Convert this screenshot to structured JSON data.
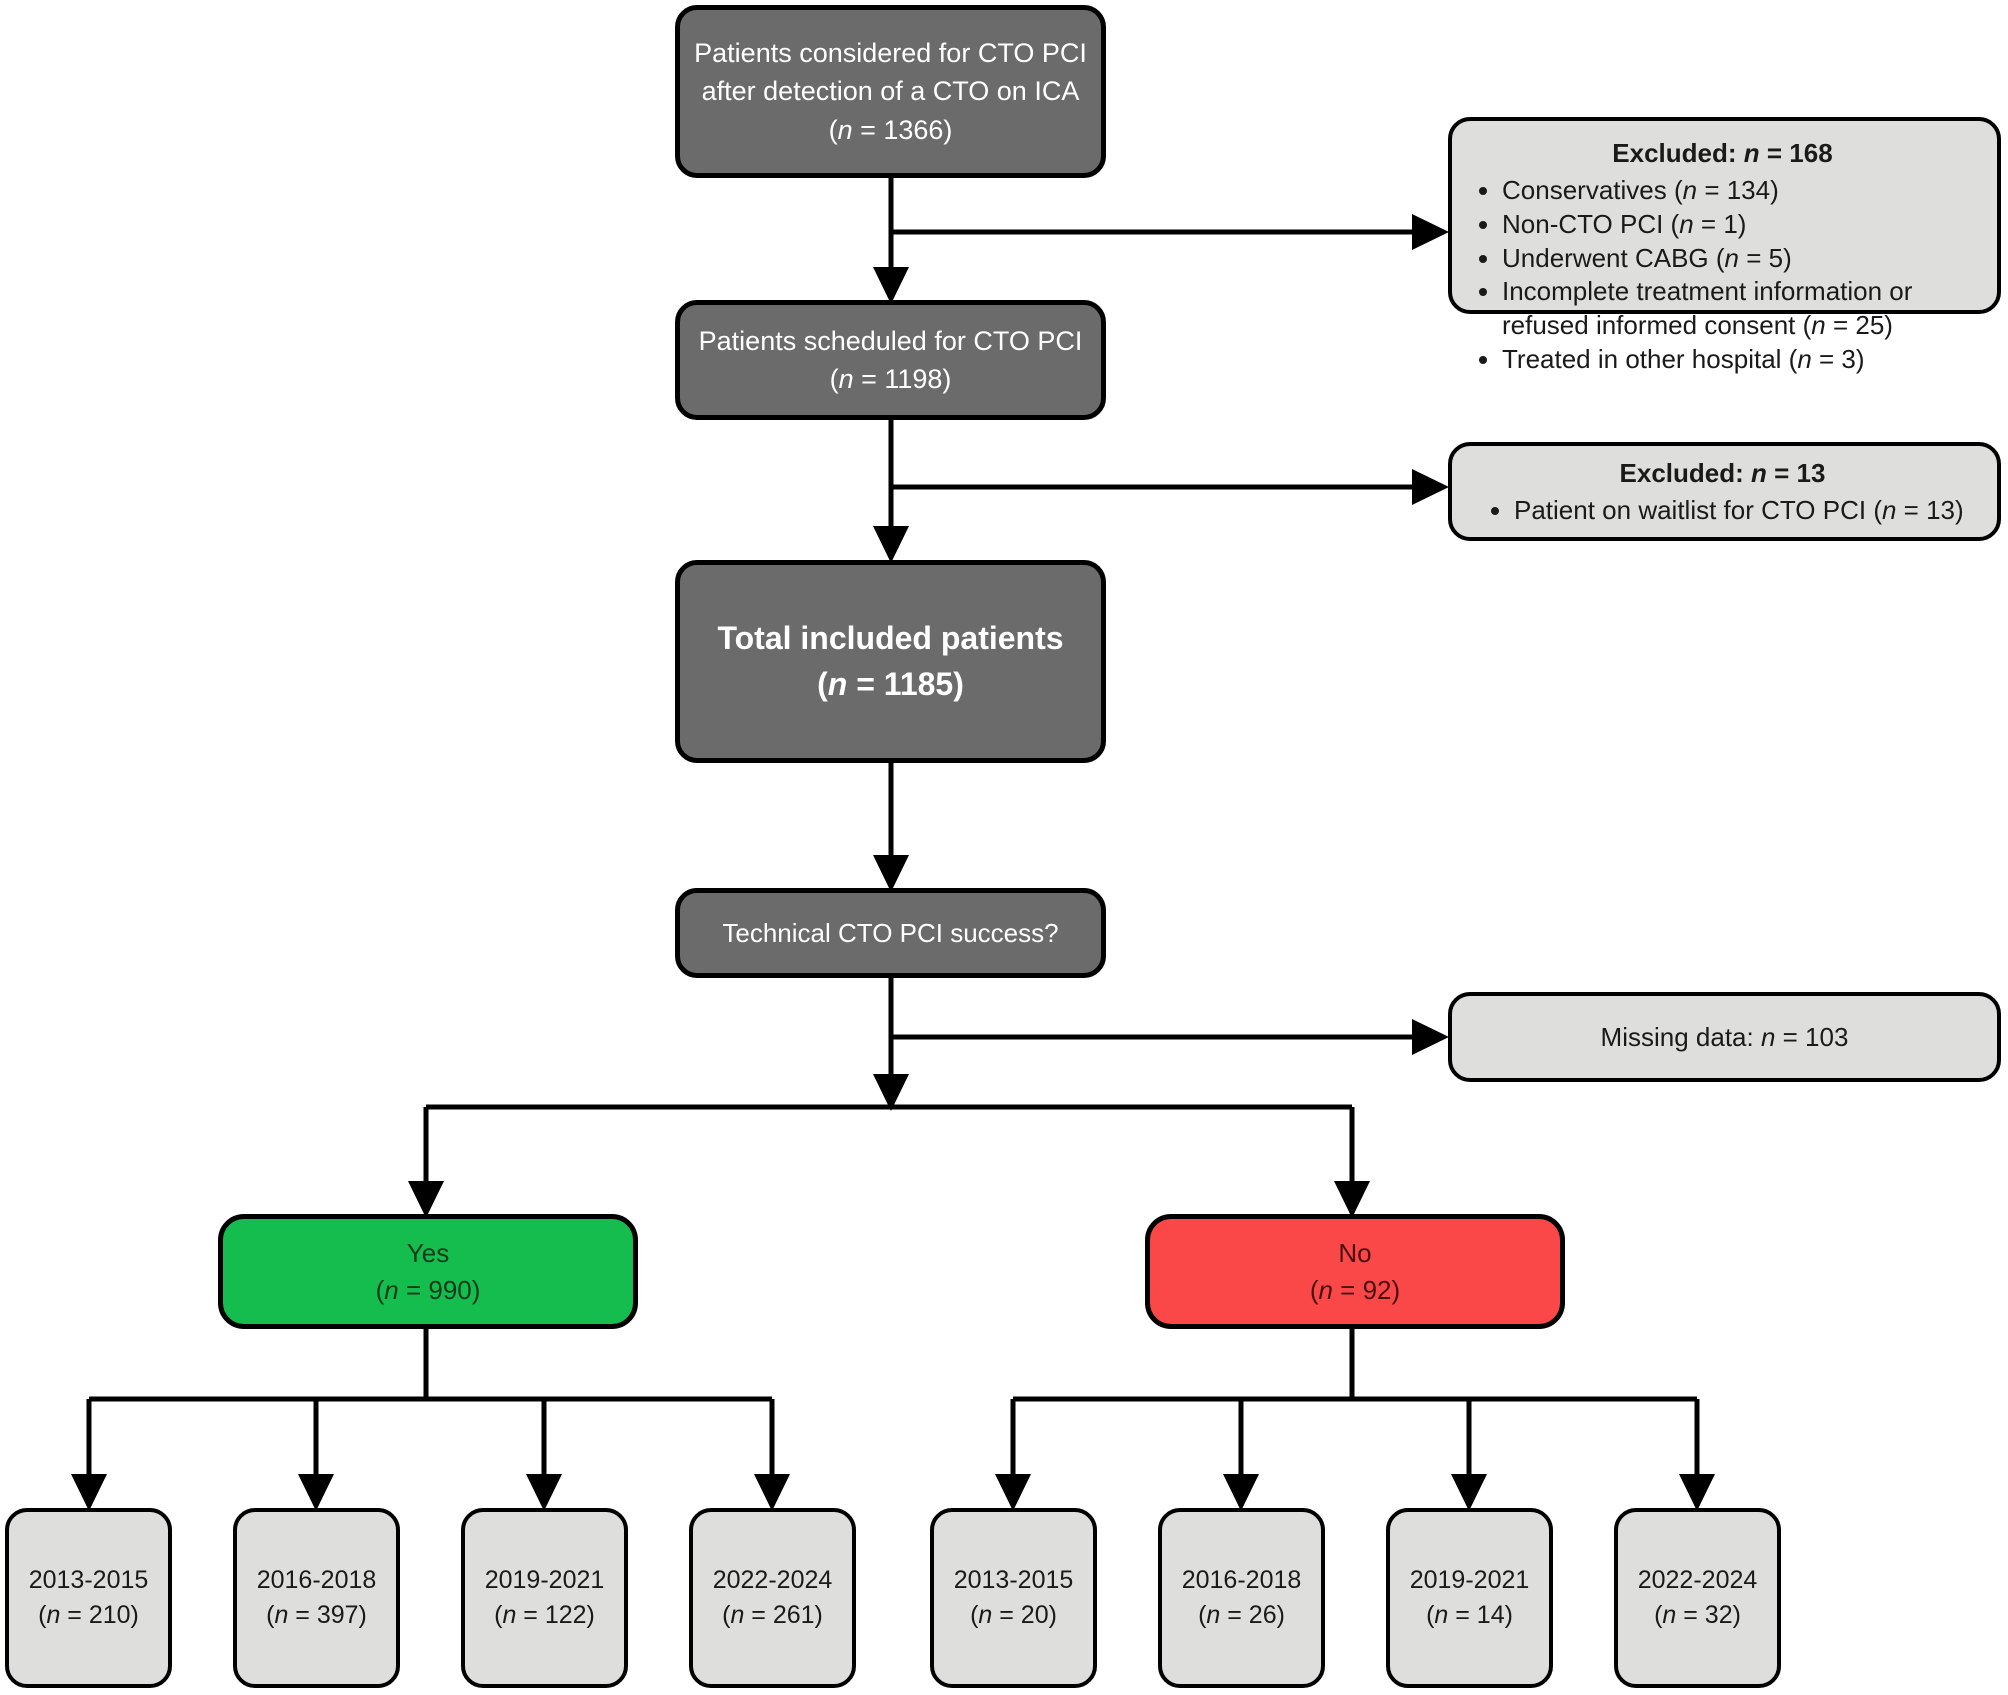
{
  "diagram": {
    "title": "CTO PCI patient selection flowchart",
    "colors": {
      "node_dark_fill": "#6b6b6b",
      "node_light_fill": "#dededc",
      "yes_fill": "#14bd4e",
      "no_fill": "#fa4747",
      "border": "#000000",
      "dark_text": "#ffffff",
      "light_text": "#1a1a1a"
    }
  },
  "nodes": {
    "considered": {
      "line1": "Patients considered for CTO PCI",
      "line2": "after detection of a CTO on ICA",
      "line3_pre": "(",
      "line3_n": "n",
      "line3_post": " = 1366)",
      "count": 1366
    },
    "scheduled": {
      "line1": "Patients scheduled for CTO PCI",
      "line2_pre": "(",
      "line2_n": "n",
      "line2_post": " = 1198)",
      "count": 1198
    },
    "included": {
      "line1": "Total included patients",
      "line2_pre": "(",
      "line2_n": "n",
      "line2_post": " = 1185)",
      "count": 1185
    },
    "decision": {
      "label": "Technical CTO PCI success?"
    },
    "yes": {
      "label": "Yes",
      "line2_pre": "(",
      "line2_n": "n",
      "line2_post": " = 990)",
      "count": 990
    },
    "no": {
      "label": "No",
      "line2_pre": "(",
      "line2_n": "n",
      "line2_post": " = 92)",
      "count": 92
    },
    "missing": {
      "pre": "Missing data: ",
      "n": "n",
      "post": " = 103",
      "count": 103
    }
  },
  "exclusions": [
    {
      "title_pre": "Excluded: ",
      "title_n": "n",
      "title_post": " = 168",
      "total": 168,
      "items": [
        {
          "text": "Conservatives (",
          "n": "n",
          "tail": " = 134)",
          "count": 134
        },
        {
          "text": "Non-CTO PCI (",
          "n": "n",
          "tail": " = 1)",
          "count": 1
        },
        {
          "text": "Underwent CABG (",
          "n": "n",
          "tail": " = 5)",
          "count": 5
        },
        {
          "text": "Incomplete treatment information or refused informed consent (",
          "n": "n",
          "tail": " = 25)",
          "count": 25
        },
        {
          "text": "Treated in other hospital (",
          "n": "n",
          "tail": " = 3)",
          "count": 3
        }
      ]
    },
    {
      "title_pre": "Excluded: ",
      "title_n": "n",
      "title_post": " = 13",
      "total": 13,
      "items": [
        {
          "text": "Patient on waitlist for CTO PCI (",
          "n": "n",
          "tail": " = 13)",
          "count": 13
        }
      ]
    }
  ],
  "year_groups": {
    "yes_branch": [
      {
        "period": "2013-2015",
        "pre": "(",
        "n": "n",
        "post": " = 210)",
        "count": 210
      },
      {
        "period": "2016-2018",
        "pre": "(",
        "n": "n",
        "post": " = 397)",
        "count": 397
      },
      {
        "period": "2019-2021",
        "pre": "(",
        "n": "n",
        "post": " = 122)",
        "count": 122
      },
      {
        "period": "2022-2024",
        "pre": "(",
        "n": "n",
        "post": " = 261)",
        "count": 261
      }
    ],
    "no_branch": [
      {
        "period": "2013-2015",
        "pre": "(",
        "n": "n",
        "post": " = 20)",
        "count": 20
      },
      {
        "period": "2016-2018",
        "pre": "(",
        "n": "n",
        "post": " = 26)",
        "count": 26
      },
      {
        "period": "2019-2021",
        "pre": "(",
        "n": "n",
        "post": " = 14)",
        "count": 14
      },
      {
        "period": "2022-2024",
        "pre": "(",
        "n": "n",
        "post": " = 32)",
        "count": 32
      }
    ]
  }
}
